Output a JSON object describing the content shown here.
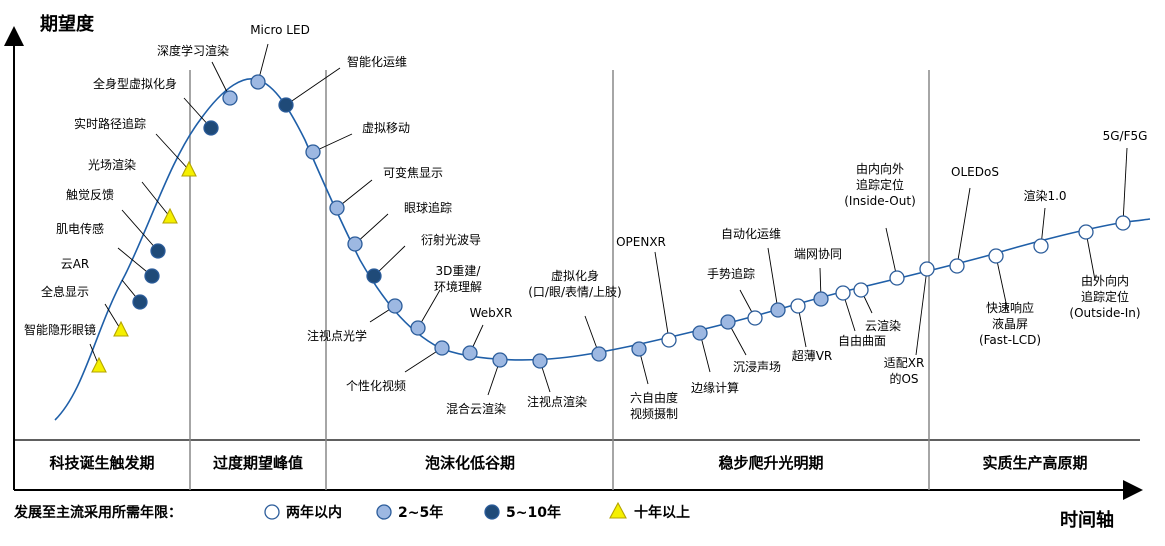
{
  "axes": {
    "y_title": "期望度",
    "x_title": "时间轴"
  },
  "phases": [
    "科技诞生触发期",
    "过度期望峰值",
    "泡沫化低谷期",
    "稳步爬升光明期",
    "实质生产高原期"
  ],
  "legend": {
    "prefix": "发展至主流采用所需年限：",
    "items": [
      {
        "key": "lt2",
        "label": "两年以内",
        "shape": "circle",
        "fill": "#ffffff"
      },
      {
        "key": "2to5",
        "label": "2~5年",
        "shape": "circle",
        "fill": "#9db8e2"
      },
      {
        "key": "5to10",
        "label": "5~10年",
        "shape": "circle",
        "fill": "#1f4a78"
      },
      {
        "key": "gt10",
        "label": "十年以上",
        "shape": "triangle",
        "fill": "#f5f000"
      }
    ]
  },
  "technologies": [
    {
      "label": "智能隐形眼镜",
      "category": "gt10"
    },
    {
      "label": "全息显示",
      "category": "gt10"
    },
    {
      "label": "云AR",
      "category": "5to10"
    },
    {
      "label": "肌电传感",
      "category": "5to10"
    },
    {
      "label": "触觉反馈",
      "category": "5to10"
    },
    {
      "label": "光场渲染",
      "category": "gt10"
    },
    {
      "label": "实时路径追踪",
      "category": "gt10"
    },
    {
      "label": "全身型虚拟化身",
      "category": "5to10"
    },
    {
      "label": "深度学习渲染",
      "category": "2to5"
    },
    {
      "label": "Micro LED",
      "category": "2to5"
    },
    {
      "label": "智能化运维",
      "category": "5to10"
    },
    {
      "label": "虚拟移动",
      "category": "2to5"
    },
    {
      "label": "可变焦显示",
      "category": "2to5"
    },
    {
      "label": "眼球追踪",
      "category": "2to5"
    },
    {
      "label": "衍射光波导",
      "category": "5to10"
    },
    {
      "label": "注视点光学",
      "category": "2to5"
    },
    {
      "label": "3D重建/\n环境理解",
      "category": "2to5"
    },
    {
      "label": "个性化视频",
      "category": "2to5"
    },
    {
      "label": "WebXR",
      "category": "2to5"
    },
    {
      "label": "混合云渲染",
      "category": "2to5"
    },
    {
      "label": "注视点渲染",
      "category": "2to5"
    },
    {
      "label": "虚拟化身\n(口/眼/表情/上肢)",
      "category": "2to5"
    },
    {
      "label": "六自由度\n视频摄制",
      "category": "2to5"
    },
    {
      "label": "OPENXR",
      "category": "lt2"
    },
    {
      "label": "边缘计算",
      "category": "2to5"
    },
    {
      "label": "沉浸声场",
      "category": "2to5"
    },
    {
      "label": "手势追踪",
      "category": "lt2"
    },
    {
      "label": "自动化运维",
      "category": "2to5"
    },
    {
      "label": "超薄VR",
      "category": "lt2"
    },
    {
      "label": "端网协同",
      "category": "2to5"
    },
    {
      "label": "自由曲面",
      "category": "lt2"
    },
    {
      "label": "云渲染",
      "category": "lt2"
    },
    {
      "label": "由内向外\n追踪定位\n(Inside-Out)",
      "category": "lt2"
    },
    {
      "label": "适配XR\n的OS",
      "category": "lt2"
    },
    {
      "label": "OLEDoS",
      "category": "lt2"
    },
    {
      "label": "快速响应\n液晶屏\n(Fast-LCD)",
      "category": "lt2"
    },
    {
      "label": "渲染1.0",
      "category": "lt2"
    },
    {
      "label": "由外向内\n追踪定位\n(Outside-In)",
      "category": "lt2"
    },
    {
      "label": "5G/F5G",
      "category": "lt2"
    }
  ],
  "colors": {
    "curve": "#1f5fa8",
    "marker_stroke": "#2b5c9a",
    "divider": "#888888",
    "axis": "#000000"
  }
}
